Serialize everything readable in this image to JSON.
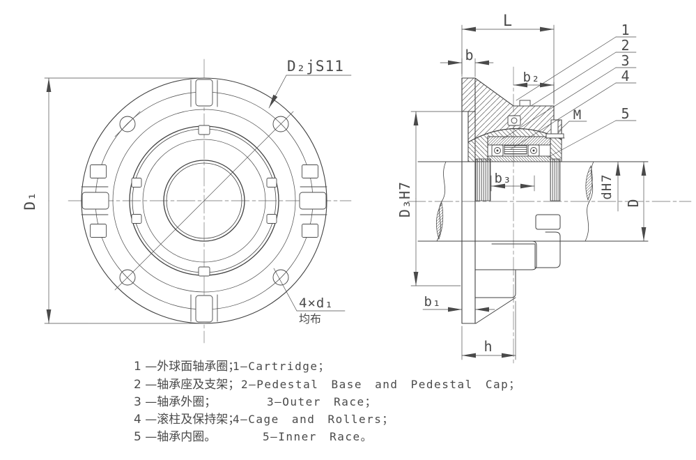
{
  "front_view": {
    "dim_d1": "D₁",
    "note_d2": "D₂jS11",
    "note_bolts_line1": "4×d₁",
    "note_bolts_line2": "均布"
  },
  "section_view": {
    "dim_L": "L",
    "dim_b": "b",
    "dim_b2": "b₂",
    "dim_b3": "b₃",
    "dim_b1": "b₁",
    "dim_h": "h",
    "dim_thread": "M",
    "dim_d3": "D₃H7",
    "dim_d": "dH7",
    "dim_D": "D",
    "part_labels": [
      "1",
      "2",
      "3",
      "4",
      "5"
    ]
  },
  "legend": {
    "rows": [
      {
        "cn": "1 —外球面轴承圈；",
        "en": "1—Cartridge；"
      },
      {
        "cn": "2 —轴承座及支架；",
        "en": "2—Pedestal Base and Pedestal Cap；"
      },
      {
        "cn": "3 —轴承外圈；",
        "en": "3—Outer Race；"
      },
      {
        "cn": "4 —滚柱及保持架；",
        "en": "4—Cage and Rollers；"
      },
      {
        "cn": "5 —轴承内圈。",
        "en": "5—Inner Race。"
      }
    ]
  },
  "colors": {
    "line": "#414141",
    "text": "#4a4a4a"
  }
}
